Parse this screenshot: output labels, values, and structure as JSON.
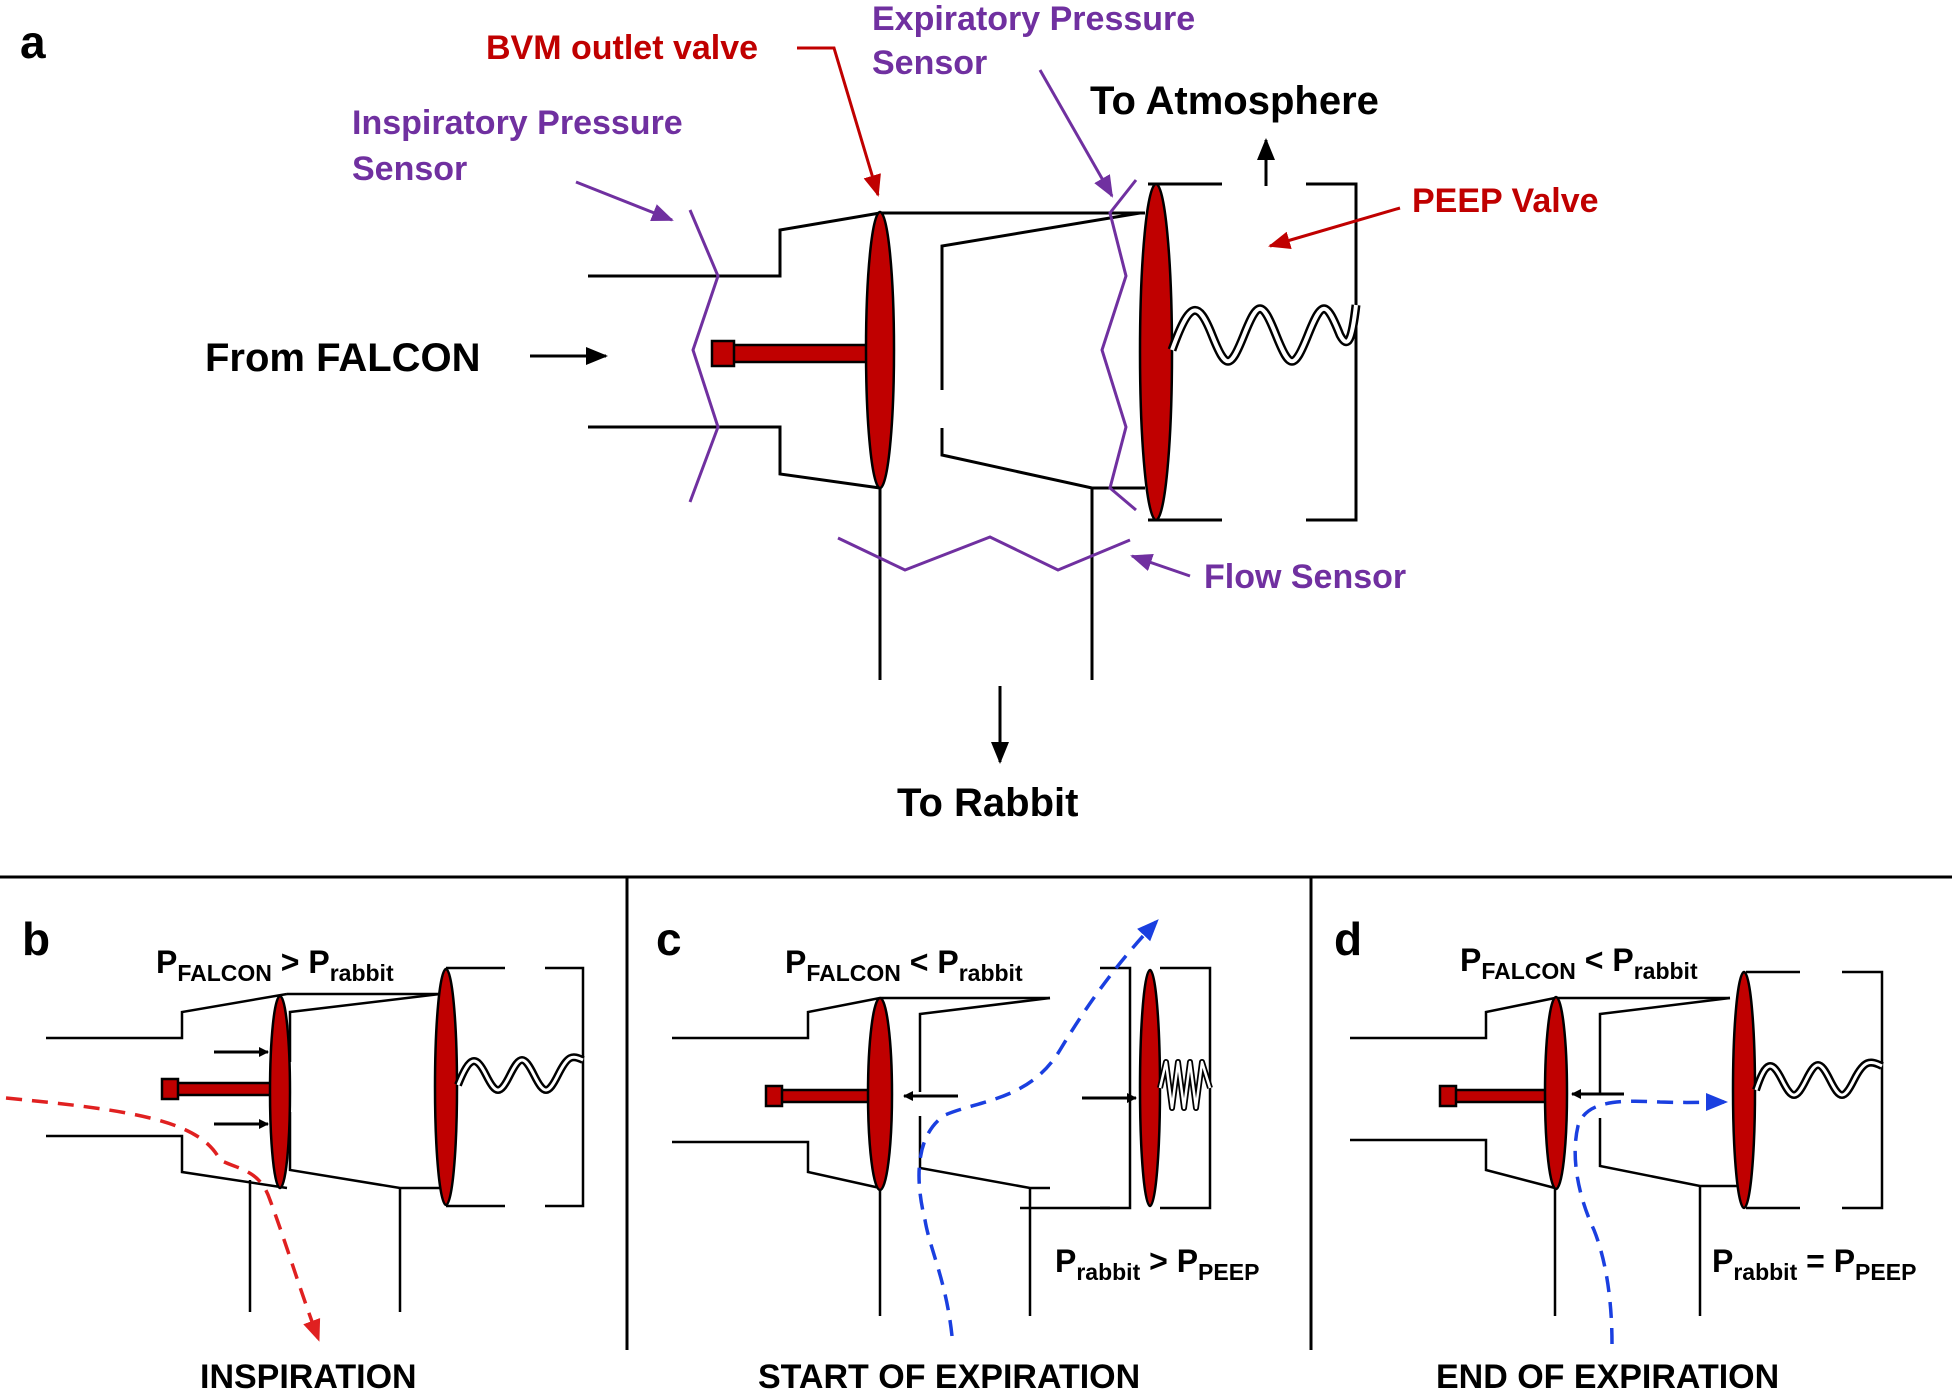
{
  "panels": {
    "a": {
      "letter": "a",
      "labels": {
        "inspiratory_sensor": [
          "Inspiratory Pressure",
          "Sensor"
        ],
        "bvm_outlet_valve": "BVM outlet valve",
        "expiratory_sensor": [
          "Expiratory Pressure",
          "Sensor"
        ],
        "to_atmosphere": "To Atmosphere",
        "peep_valve": "PEEP Valve",
        "from_falcon": "From FALCON",
        "flow_sensor": "Flow Sensor",
        "to_rabbit": "To Rabbit"
      }
    },
    "b": {
      "letter": "b",
      "equation": {
        "p1": "P",
        "sub1": "FALCON",
        "op": " > ",
        "p2": "P",
        "sub2": "rabbit"
      },
      "caption": "INSPIRATION"
    },
    "c": {
      "letter": "c",
      "equation": {
        "p1": "P",
        "sub1": "FALCON",
        "op": " < ",
        "p2": "P",
        "sub2": "rabbit"
      },
      "equation2": {
        "p1": "P",
        "sub1": "rabbit",
        "op": " > ",
        "p2": "P",
        "sub2": "PEEP"
      },
      "caption": "START OF EXPIRATION"
    },
    "d": {
      "letter": "d",
      "equation": {
        "p1": "P",
        "sub1": "FALCON",
        "op": " < ",
        "p2": "P",
        "sub2": "rabbit"
      },
      "equation2": {
        "p1": "P",
        "sub1": "rabbit",
        "op": " = ",
        "p2": "P",
        "sub2": "PEEP"
      },
      "caption": "END OF EXPIRATION"
    }
  },
  "colors": {
    "valve_red": "#c00000",
    "sensor_purple": "#7030a0",
    "inspiratory_flow": "#e02020",
    "expiratory_flow": "#1a3fe0"
  }
}
